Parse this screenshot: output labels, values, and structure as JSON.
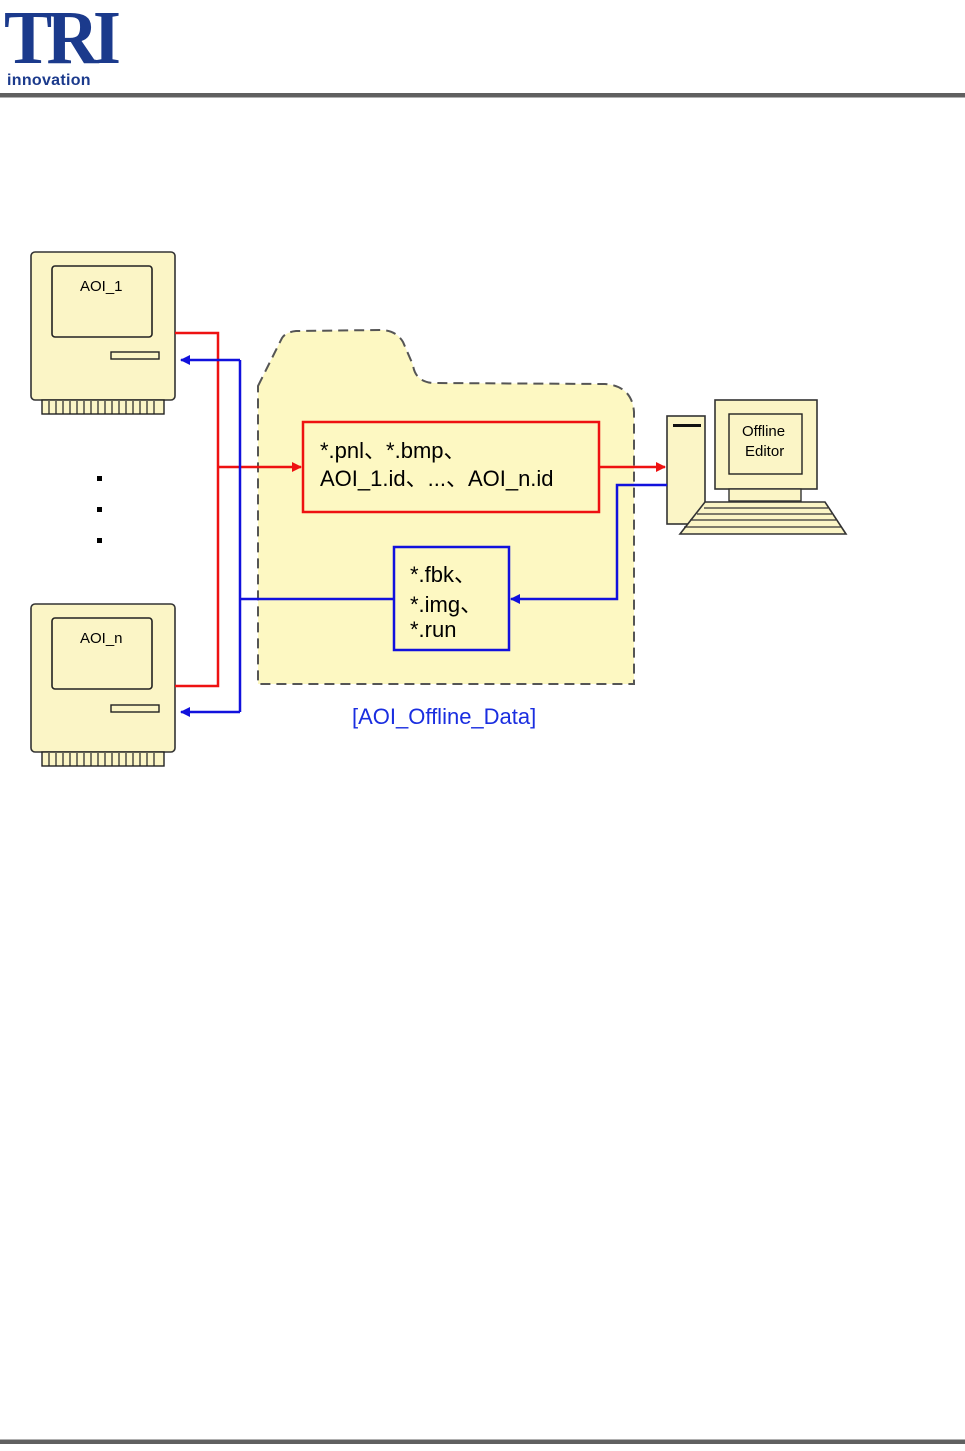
{
  "header": {
    "logo_letters": "TRI",
    "logo_subtitle": "innovation"
  },
  "diagram": {
    "aoi_first": "AOI_1",
    "aoi_last": "AOI_n",
    "ellipsis_dots": ".\n.\n.",
    "editor_line1": "Offline",
    "editor_line2": "Editor",
    "outgoing_files_line1": "*.pnl、*.bmp、",
    "outgoing_files_line2": "AOI_1.id、...、AOI_n.id",
    "return_files_line1": "*.fbk、",
    "return_files_line2": "*.img、",
    "return_files_line3": "*.run",
    "folder_caption": "[AOI_Offline_Data]"
  },
  "colors": {
    "logo_blue": "#1b3a8c",
    "send_arrow": "#ee1111",
    "return_arrow": "#1111dd",
    "folder_fill": "#fdf8c2",
    "device_fill": "#fbf5c6",
    "caption_blue": "#1a2ee0"
  }
}
